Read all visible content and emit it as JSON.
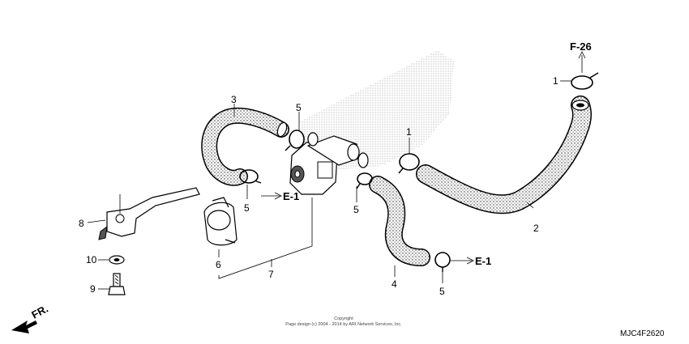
{
  "diagram": {
    "part_numbers": {
      "p1a": "1",
      "p1b": "1",
      "p2": "2",
      "p3": "3",
      "p4": "4",
      "p5a": "5",
      "p5b": "5",
      "p5c": "5",
      "p5d": "5",
      "p6": "6",
      "p7": "7",
      "p8": "8",
      "p9": "9",
      "p10": "10"
    },
    "refs": {
      "f26": "F-26",
      "e1a": "E-1",
      "e1b": "E-1"
    },
    "front_label": "FR.",
    "copyright_line1": "Copyright",
    "copyright_line2": "Page design (c) 2004 - 2014 by ARI Network Services, Inc.",
    "diagram_code": "MJC4F2620"
  }
}
